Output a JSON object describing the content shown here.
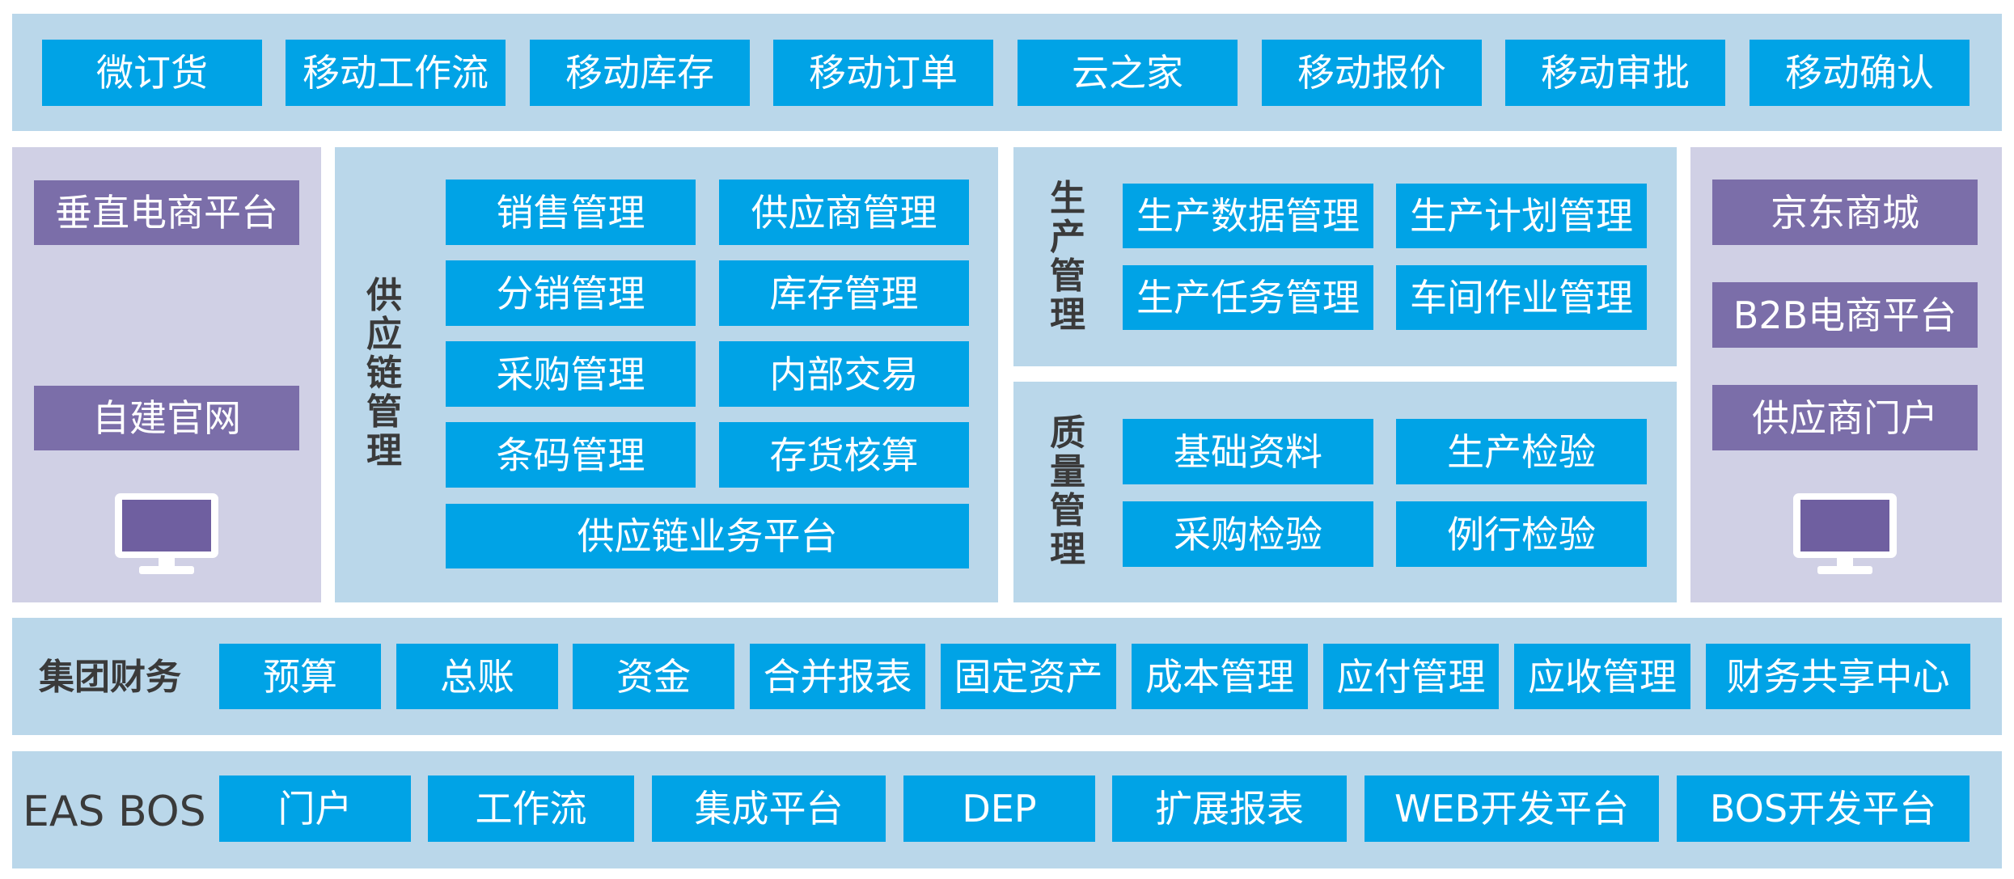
{
  "colors": {
    "panel_blue": "#bad7ea",
    "panel_purple": "#d0d0e5",
    "tile_blue": "#00a3e6",
    "tile_purple": "#7b6ea9",
    "label_text": "#3a3a3a"
  },
  "mobile_row": {
    "items": [
      "微订货",
      "移动工作流",
      "移动库存",
      "移动订单",
      "云之家",
      "移动报价",
      "移动审批",
      "移动确认"
    ]
  },
  "left_panel": {
    "items": [
      "垂直电商平台",
      "自建官网"
    ],
    "icon": "monitor-icon"
  },
  "supply_chain": {
    "title": "供应链管理",
    "items": [
      "销售管理",
      "供应商管理",
      "分销管理",
      "库存管理",
      "采购管理",
      "内部交易",
      "条码管理",
      "存货核算"
    ],
    "platform": "供应链业务平台"
  },
  "production": {
    "title": "生产管理",
    "items": [
      "生产数据管理",
      "生产计划管理",
      "生产任务管理",
      "车间作业管理"
    ]
  },
  "quality": {
    "title": "质量管理",
    "items": [
      "基础资料",
      "生产检验",
      "采购检验",
      "例行检验"
    ]
  },
  "right_panel": {
    "items": [
      "京东商城",
      "B2B电商平台",
      "供应商门户"
    ],
    "icon": "monitor-icon"
  },
  "finance": {
    "title": "集团财务",
    "items": [
      "预算",
      "总账",
      "资金",
      "合并报表",
      "固定资产",
      "成本管理",
      "应付管理",
      "应收管理",
      "财务共享中心"
    ]
  },
  "eas_bos": {
    "title": "EAS BOS",
    "items": [
      "门户",
      "工作流",
      "集成平台",
      "DEP",
      "扩展报表",
      "WEB开发平台",
      "BOS开发平台"
    ]
  }
}
